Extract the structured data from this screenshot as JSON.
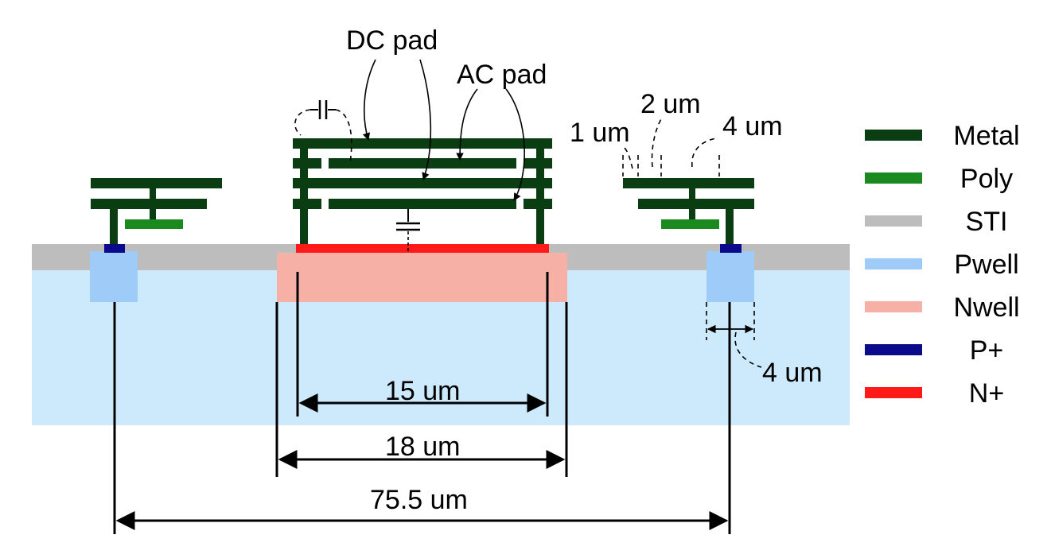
{
  "labels": {
    "dc_pad": "DC pad",
    "ac_pad": "AC pad",
    "gap_1um": "1 um",
    "gap_2um": "2 um",
    "gap_4um_top": "4 um",
    "gap_4um_side": "4 um",
    "width_15um": "15 um",
    "width_18um": "18 um",
    "width_75um": "75.5 um"
  },
  "legend": [
    {
      "label": "Metal",
      "color": "#0b3d12"
    },
    {
      "label": "Poly",
      "color": "#1a8a1f"
    },
    {
      "label": "STI",
      "color": "#bdbdbd"
    },
    {
      "label": "Pwell",
      "color": "#9ecbf7"
    },
    {
      "label": "Nwell",
      "color": "#f6b0a5"
    },
    {
      "label": "P+",
      "color": "#0a0a8a"
    },
    {
      "label": "N+",
      "color": "#ff1a1a"
    }
  ],
  "colors": {
    "metal": "#0b3d12",
    "poly": "#1a8a1f",
    "sti": "#bdbdbd",
    "pwell": "#9ecbf7",
    "substrate": "#cdeafc",
    "nwell": "#f6b0a5",
    "pplus": "#0a0a8a",
    "nplus": "#ff1a1a"
  }
}
